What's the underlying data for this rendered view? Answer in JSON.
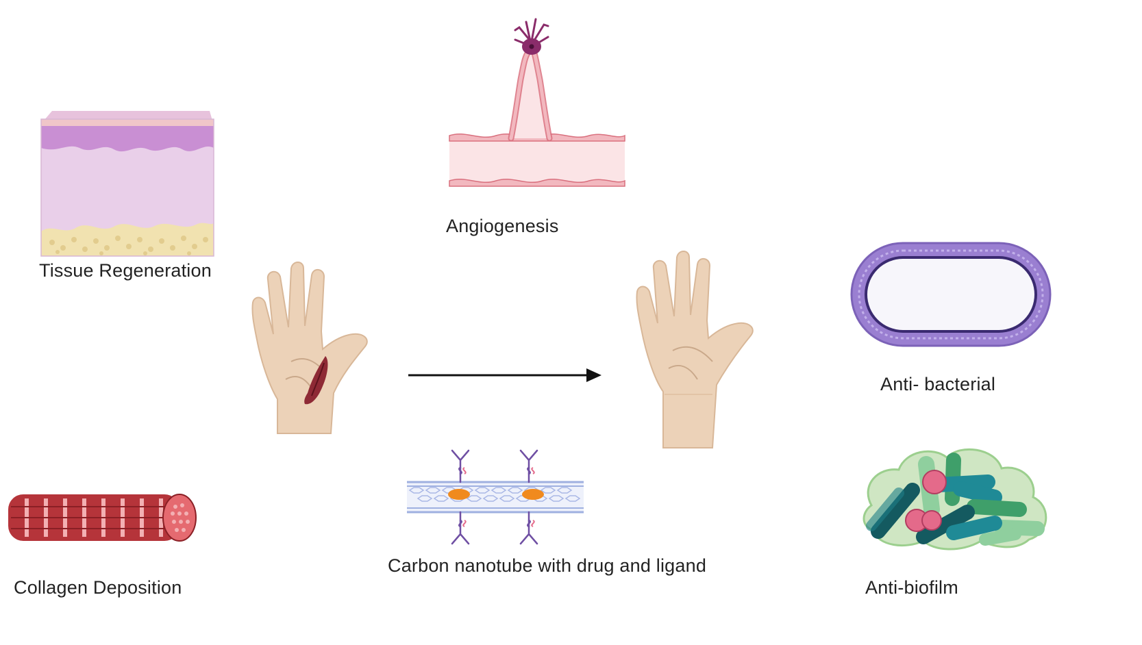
{
  "labels": {
    "tissue_regeneration": "Tissue Regeneration",
    "angiogenesis": "Angiogenesis",
    "anti_bacterial": "Anti- bacterial",
    "collagen_deposition": "Collagen Deposition",
    "carbon_nanotube": "Carbon nanotube with drug and ligand",
    "anti_biofilm": "Anti-biofilm"
  },
  "colors": {
    "skin": "#ecd2b8",
    "skin_line": "#c9a88a",
    "wound": "#8e2a35",
    "tissue_purple": "#c98fd3",
    "tissue_body": "#e9cfe9",
    "fat": "#f1e2b0",
    "vessel": "#f2b8bf",
    "vessel_line": "#d9707e",
    "neuron": "#8a2c6a",
    "bacteria_ring": "#9a7fd1",
    "collagen": "#b5343a",
    "nanotube": "#b9c4ea",
    "drug": "#f08a1e",
    "ligand": "#6f4fa3",
    "biofilm_matrix": "#cfe6c3",
    "teal": "#1f8a96",
    "green": "#3f9f6a",
    "pink": "#e46a8a",
    "arrow": "#111111"
  }
}
